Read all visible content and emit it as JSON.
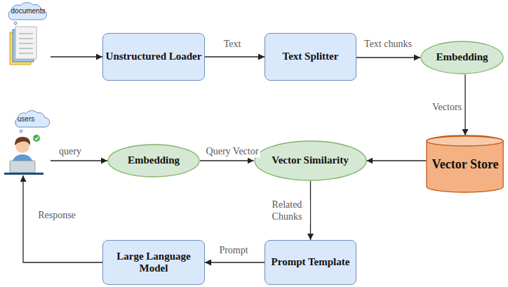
{
  "diagram": {
    "nodes": [
      {
        "text": [
          "documents"
        ]
      },
      {
        "text": [
          "Unstructured Loader"
        ]
      },
      {
        "text": [
          "Text Splitter"
        ]
      },
      {
        "text": [
          "Embedding"
        ]
      },
      {
        "text": [
          "Vector Store"
        ]
      },
      {
        "text": [
          "users"
        ]
      },
      {
        "text": [
          "Embedding"
        ]
      },
      {
        "text": [
          "Vector Similarity"
        ]
      },
      {
        "text": [
          "Prompt Template"
        ]
      },
      {
        "text": [
          "Large Language Model"
        ]
      }
    ],
    "edges": [
      {
        "from": 0,
        "to": 1,
        "arrow": "to"
      },
      {
        "from": 1,
        "to": 2,
        "label": "Text",
        "arrow": "to"
      },
      {
        "from": 2,
        "to": 3,
        "label": "Text chunks",
        "arrow": "to"
      },
      {
        "from": 3,
        "to": 4,
        "label": "Vectors",
        "arrow": "to"
      },
      {
        "from": 5,
        "to": 6,
        "label": "query",
        "arrow": "to"
      },
      {
        "from": 6,
        "to": 7,
        "label": "Query Vector",
        "arrow": "to"
      },
      {
        "from": 4,
        "to": 7,
        "arrow": "to"
      },
      {
        "from": 7,
        "to": 8,
        "label": "Related Chunks",
        "arrow": "to"
      },
      {
        "from": 8,
        "to": 9,
        "label": "Prompt",
        "arrow": "to"
      },
      {
        "from": 9,
        "to": 5,
        "label": "Response",
        "arrow": "to"
      }
    ]
  }
}
